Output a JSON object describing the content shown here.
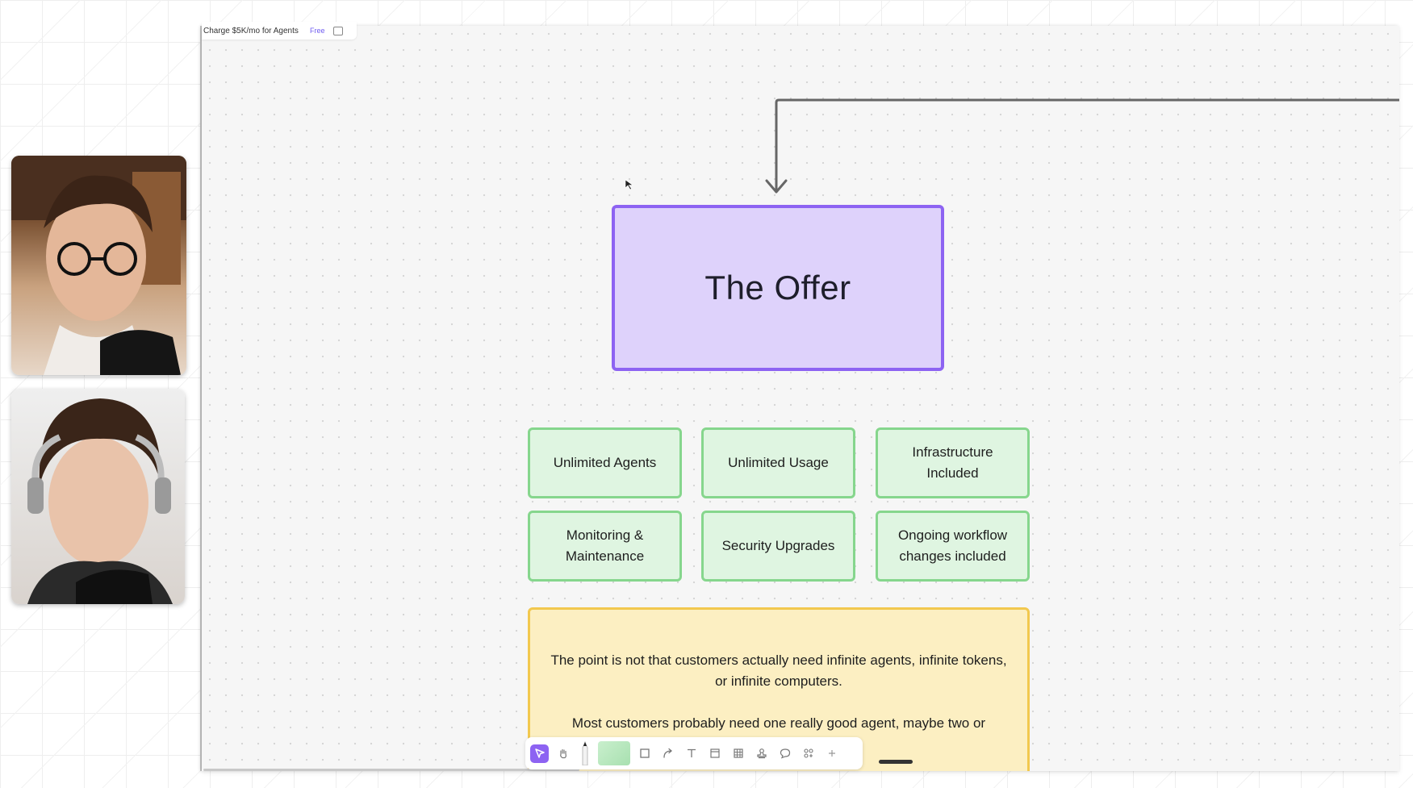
{
  "window": {
    "title": "Charge $5K/mo for Agents",
    "plan_badge": "Free"
  },
  "board": {
    "offer_title": "The Offer",
    "features": [
      "Unlimited Agents",
      "Unlimited Usage",
      "Infrastructure Included",
      "Monitoring & Maintenance",
      "Security Upgrades",
      "Ongoing workflow changes included"
    ],
    "note_paragraphs": [
      "The point is not that customers actually need infinite agents, infinite tokens, or infinite computers.",
      "Most customers probably need one really good agent, maybe two or"
    ]
  },
  "toolbar": {
    "tools": [
      {
        "name": "select-tool",
        "icon": "cursor-arrow-icon",
        "active": true
      },
      {
        "name": "hand-tool",
        "icon": "hand-icon",
        "active": false
      },
      {
        "name": "pen-tool",
        "icon": "pen-icon",
        "active": false
      },
      {
        "name": "sticky-swatch",
        "icon": "sticky-note-icon",
        "active": false
      },
      {
        "name": "shape-tool",
        "icon": "square-icon",
        "active": false
      },
      {
        "name": "connector-tool",
        "icon": "curved-arrow-icon",
        "active": false
      },
      {
        "name": "text-tool",
        "icon": "text-icon",
        "active": false
      },
      {
        "name": "frame-tool",
        "icon": "frame-icon",
        "active": false
      },
      {
        "name": "table-tool",
        "icon": "table-icon",
        "active": false
      },
      {
        "name": "stamp-tool",
        "icon": "stamp-icon",
        "active": false
      },
      {
        "name": "comment-tool",
        "icon": "comment-icon",
        "active": false
      },
      {
        "name": "widgets-tool",
        "icon": "widgets-icon",
        "active": false
      },
      {
        "name": "more-tool",
        "icon": "plus-icon",
        "active": false
      }
    ]
  },
  "colors": {
    "offer_fill": "#ded2fb",
    "offer_border": "#8d63f2",
    "feature_fill": "#dff5e1",
    "feature_border": "#86d68d",
    "note_fill": "#fcefc2",
    "note_border": "#f2c84e",
    "accent": "#8d63f2"
  }
}
